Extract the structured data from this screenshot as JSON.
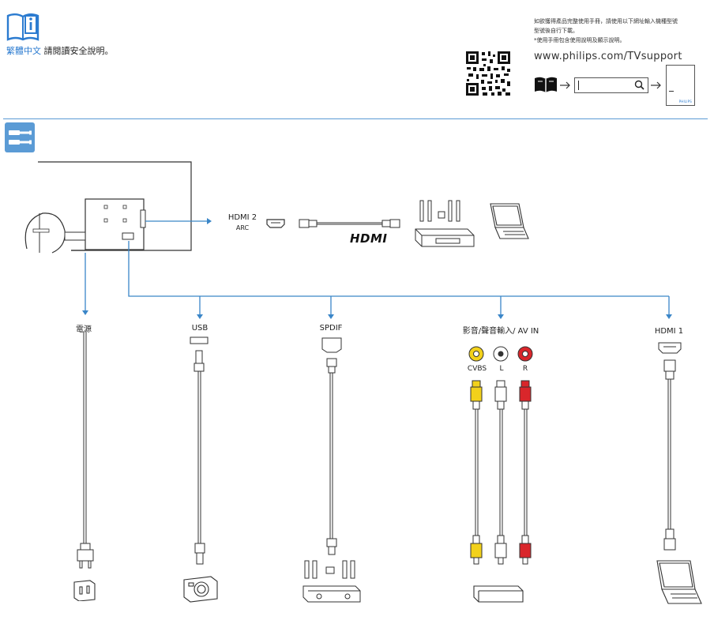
{
  "header": {
    "language": "繁體中文",
    "safety_note": "請閱讀安全說明。",
    "top_note_lines": [
      "如欲獲得產品完整使用手冊，請使用以下網址輸入機種型號",
      "型號後自行下載。",
      "*使用手冊包含使用說明及顯示說明。"
    ],
    "support_url": "www.philips.com/TVsupport"
  },
  "ports": {
    "hdmi2": "HDMI 2",
    "arc": "ARC",
    "power": "電源",
    "usb": "USB",
    "spdif": "SPDIF",
    "av_in": "影音/聲音輸入/ AV IN",
    "hdmi1": "HDMI 1"
  },
  "av_jacks": {
    "cvbs": "CVBS",
    "left": "L",
    "right": "R"
  },
  "logos": {
    "hdmi": "HDMI",
    "philips": "PHILIPS"
  },
  "colors": {
    "accent_blue": "#2b7bd0",
    "line_blue": "#3a86c8",
    "cvbs_yellow": "#f2d11b",
    "audio_left_white": "#ffffff",
    "audio_right_red": "#d9262b"
  },
  "icons": {
    "info": "info-book-icon",
    "connection": "connection-cable-icon",
    "qr": "qr-code-icon",
    "manual": "open-book-icon",
    "search": "search-icon"
  }
}
